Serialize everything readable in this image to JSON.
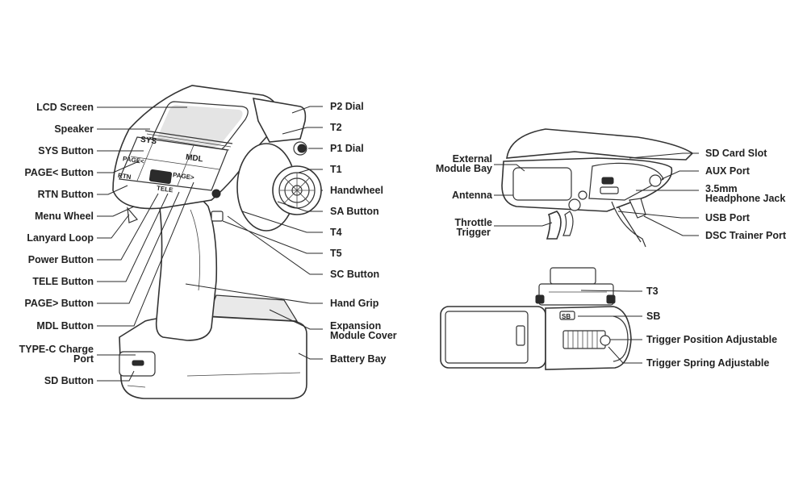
{
  "main_diagram": {
    "left_labels": [
      "LCD Screen",
      "Speaker",
      "SYS Button",
      "PAGE< Button",
      "RTN Button",
      "Menu Wheel",
      "Lanyard Loop",
      "Power Button",
      "TELE Button",
      "PAGE> Button",
      "MDL Button",
      "TYPE-C Charge\nPort",
      "SD Button"
    ],
    "right_labels": [
      "P2 Dial",
      "T2",
      "P1 Dial",
      "T1",
      "Handwheel",
      "SA Button",
      "T4",
      "T5",
      "SC Button",
      "Hand Grip",
      "Expansion\nModule Cover",
      "Battery Bay"
    ],
    "screen_keys": [
      "SYS",
      "MDL",
      "PAGE<",
      "PAGE>",
      "RTN",
      "TELE"
    ]
  },
  "back_view": {
    "left_labels": [
      "External\nModule Bay",
      "Antenna",
      "Throttle\nTrigger"
    ],
    "right_labels": [
      "SD Card Slot",
      "AUX Port",
      "3.5mm\nHeadphone Jack",
      "USB Port",
      "DSC Trainer Port"
    ]
  },
  "top_view": {
    "right_labels": [
      "T3",
      "SB",
      "Trigger Position Adjustable",
      "Trigger Spring Adjustable"
    ],
    "sb_tag": "SB"
  }
}
